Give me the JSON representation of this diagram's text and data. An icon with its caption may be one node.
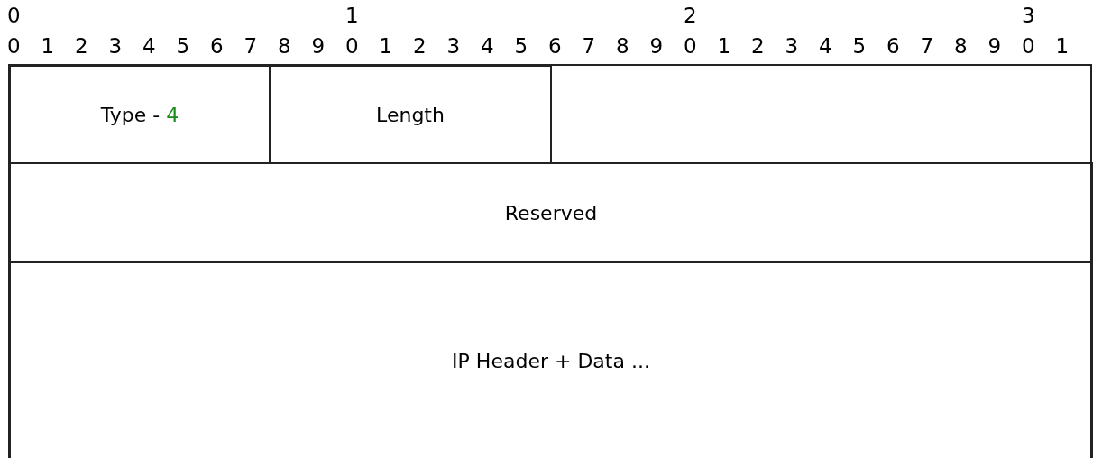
{
  "diagram": {
    "nodes": [
      {
        "text": [
          "Type -",
          "4"
        ]
      },
      {
        "text": [
          "Length"
        ]
      },
      {
        "text": [
          "Reserved"
        ]
      },
      {
        "text": [
          "IP Header + Data ..."
        ]
      }
    ],
    "edges": [],
    "labels": [
      "0",
      "1",
      "2",
      "3",
      "0",
      "1",
      "2",
      "3",
      "4",
      "5",
      "6",
      "7",
      "8",
      "9",
      "0",
      "1",
      "2",
      "3",
      "4",
      "5",
      "6",
      "7",
      "8",
      "9",
      "0",
      "1",
      "2",
      "3",
      "4",
      "5",
      "6",
      "7",
      "8",
      "9",
      "0",
      "1"
    ]
  }
}
